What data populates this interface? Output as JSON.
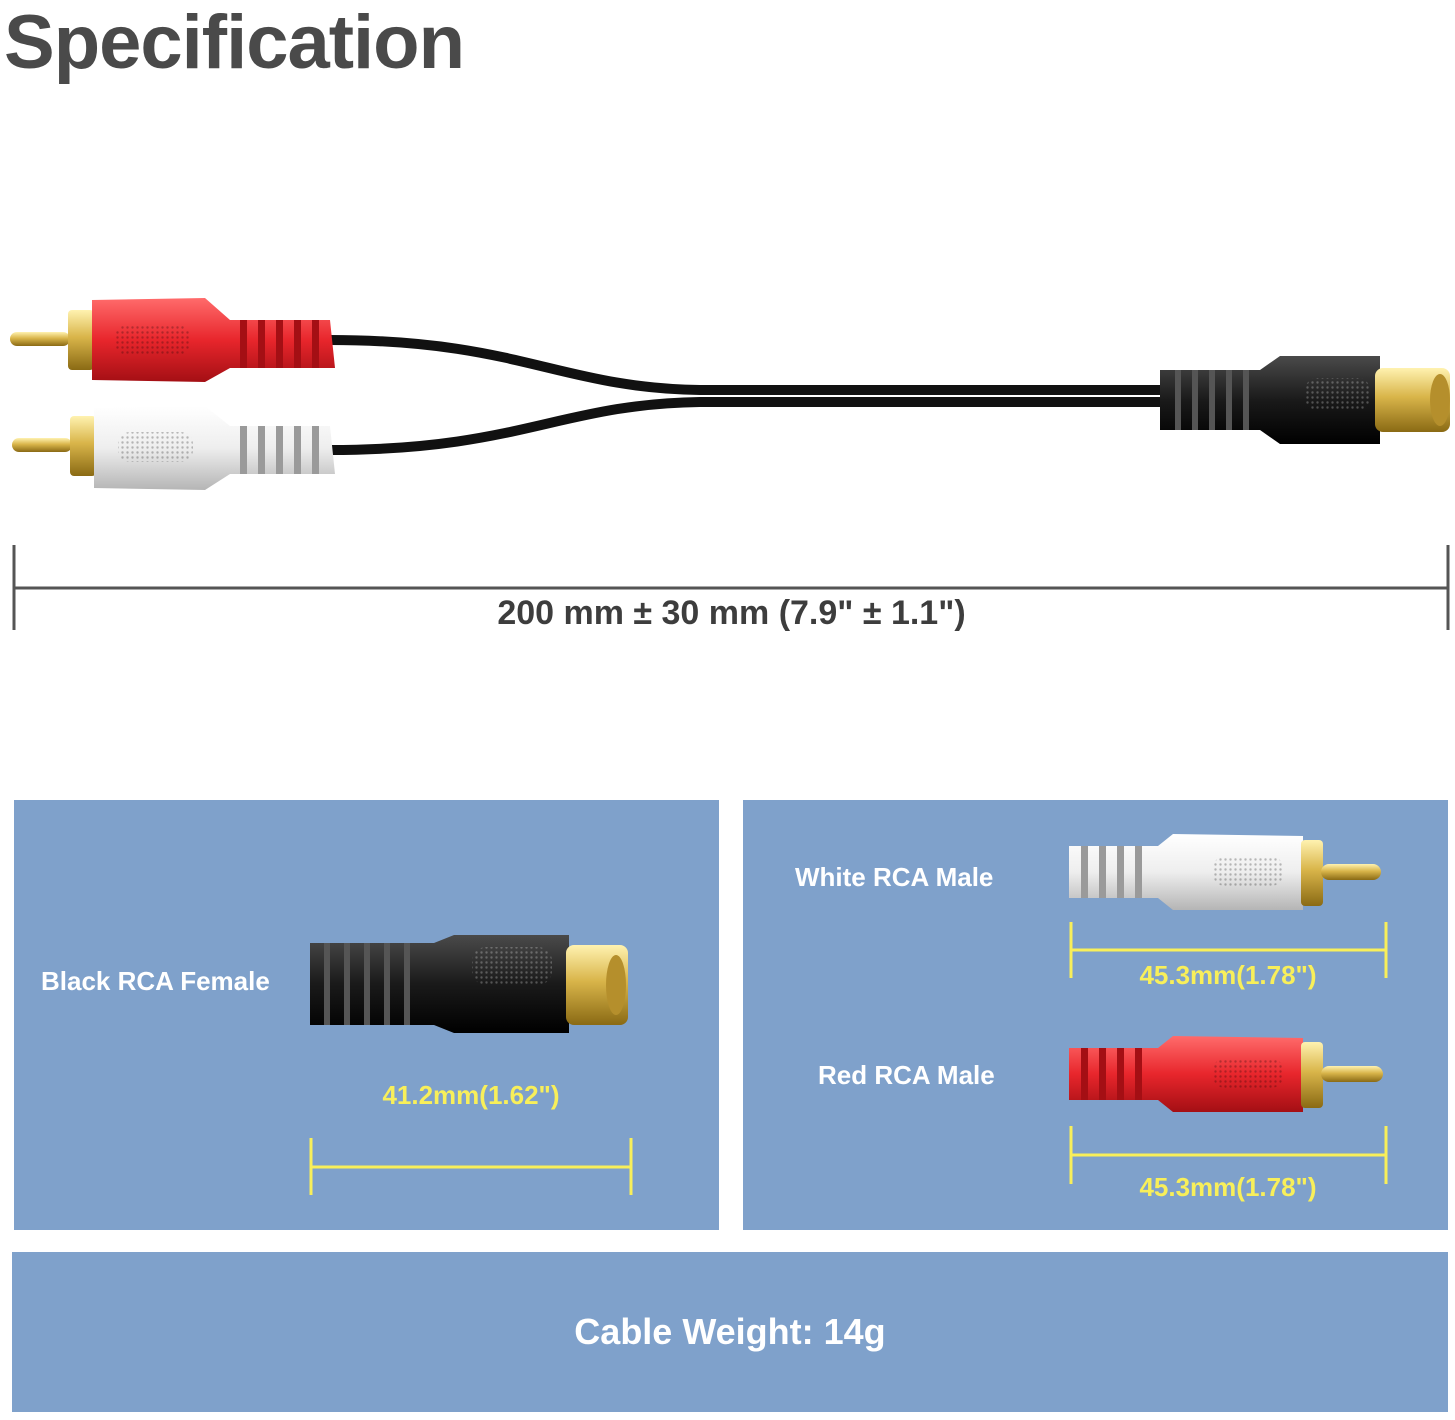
{
  "title": "Specification",
  "overall": {
    "length_label": "200 mm ± 30 mm (7.9\" ± 1.1\")"
  },
  "female_connector": {
    "label": "Black RCA Female",
    "length_label": "41.2mm(1.62\")",
    "color": "#1a1a1a"
  },
  "white_connector": {
    "label": "White RCA Male",
    "length_label": "45.3mm(1.78\")",
    "color": "#eeeeee"
  },
  "red_connector": {
    "label": "Red RCA Male",
    "length_label": "45.3mm(1.78\")",
    "color": "#e8262c"
  },
  "weight": {
    "label": "Cable Weight: 14g"
  },
  "colors": {
    "panel": "#7fa1cb",
    "dimension_lines": "#f8ef5a",
    "gold": "#d9b54a",
    "title": "#4a4a4a"
  }
}
